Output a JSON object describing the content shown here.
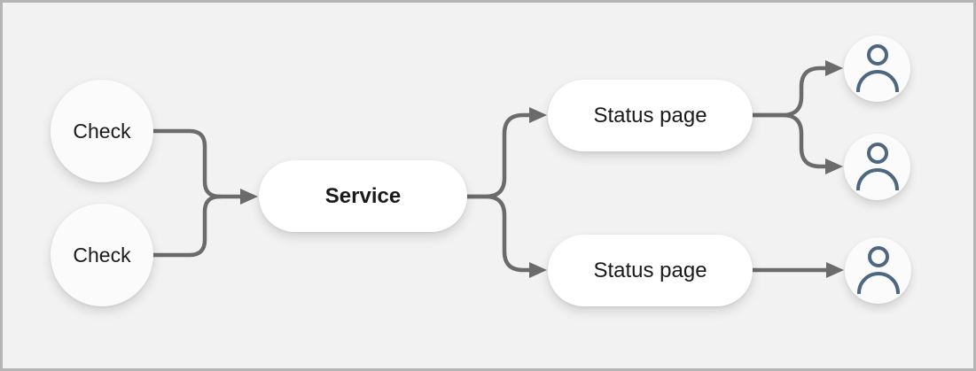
{
  "canvas": {
    "background": "#f2f2f2",
    "border_color": "#b5b5b5",
    "connector_color": "#6b6b6b",
    "pill_fill": "#ffffff",
    "circle_fill": "#fbfbfb",
    "person_icon_color": "#4e6780",
    "text_color": "#1a1a1a"
  },
  "diagram": {
    "type": "flow",
    "nodes": [
      {
        "id": "check-1",
        "label": "Check",
        "shape": "circle"
      },
      {
        "id": "check-2",
        "label": "Check",
        "shape": "circle"
      },
      {
        "id": "service",
        "label": "Service",
        "shape": "pill",
        "bold": true
      },
      {
        "id": "status-page-1",
        "label": "Status page",
        "shape": "pill"
      },
      {
        "id": "status-page-2",
        "label": "Status page",
        "shape": "pill"
      },
      {
        "id": "user-1",
        "icon": "person-icon",
        "shape": "circle"
      },
      {
        "id": "user-2",
        "icon": "person-icon",
        "shape": "circle"
      },
      {
        "id": "user-3",
        "icon": "person-icon",
        "shape": "circle"
      }
    ],
    "edges": [
      {
        "from": "check-1",
        "to": "service"
      },
      {
        "from": "check-2",
        "to": "service"
      },
      {
        "from": "service",
        "to": "status-page-1"
      },
      {
        "from": "service",
        "to": "status-page-2"
      },
      {
        "from": "status-page-1",
        "to": "user-1"
      },
      {
        "from": "status-page-1",
        "to": "user-2"
      },
      {
        "from": "status-page-2",
        "to": "user-3"
      }
    ]
  }
}
